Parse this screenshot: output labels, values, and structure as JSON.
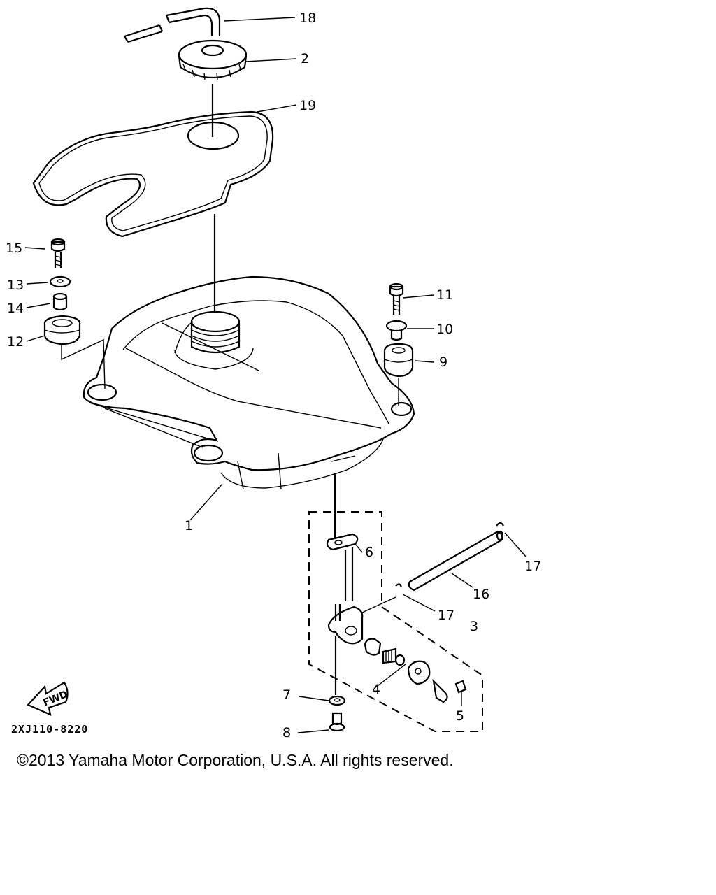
{
  "callouts": {
    "c1": "1",
    "c2": "2",
    "c3": "3",
    "c4": "4",
    "c5": "5",
    "c6": "6",
    "c7": "7",
    "c8": "8",
    "c9": "9",
    "c10": "10",
    "c11": "11",
    "c12": "12",
    "c13": "13",
    "c14": "14",
    "c15": "15",
    "c16": "16",
    "c17a": "17",
    "c17b": "17",
    "c18": "18",
    "c19": "19"
  },
  "fwd_label": "FWD",
  "drawing_code": "2XJ110-8220",
  "copyright": "©2013 Yamaha Motor Corporation, U.S.A. All rights reserved."
}
